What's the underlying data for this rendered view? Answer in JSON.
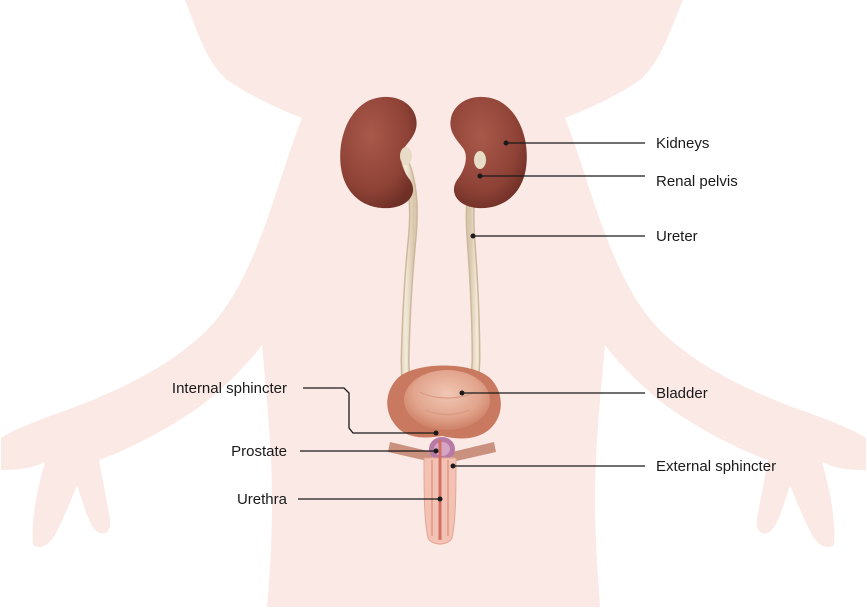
{
  "labels": {
    "kidneys": "Kidneys",
    "renal_pelvis": "Renal pelvis",
    "ureter": "Ureter",
    "bladder": "Bladder",
    "external_sphincter": "External sphincter",
    "internal_sphincter": "Internal sphincter",
    "prostate": "Prostate",
    "urethra": "Urethra"
  },
  "colors": {
    "body_silhouette": "#fbe9e5",
    "kidney": "#8e4236",
    "ureter": "#e6d7c2",
    "bladder": "#c97960",
    "bladder_inner": "#e8b49c",
    "urethra": "#e9a08d",
    "leader_line": "#1a1a1a"
  }
}
